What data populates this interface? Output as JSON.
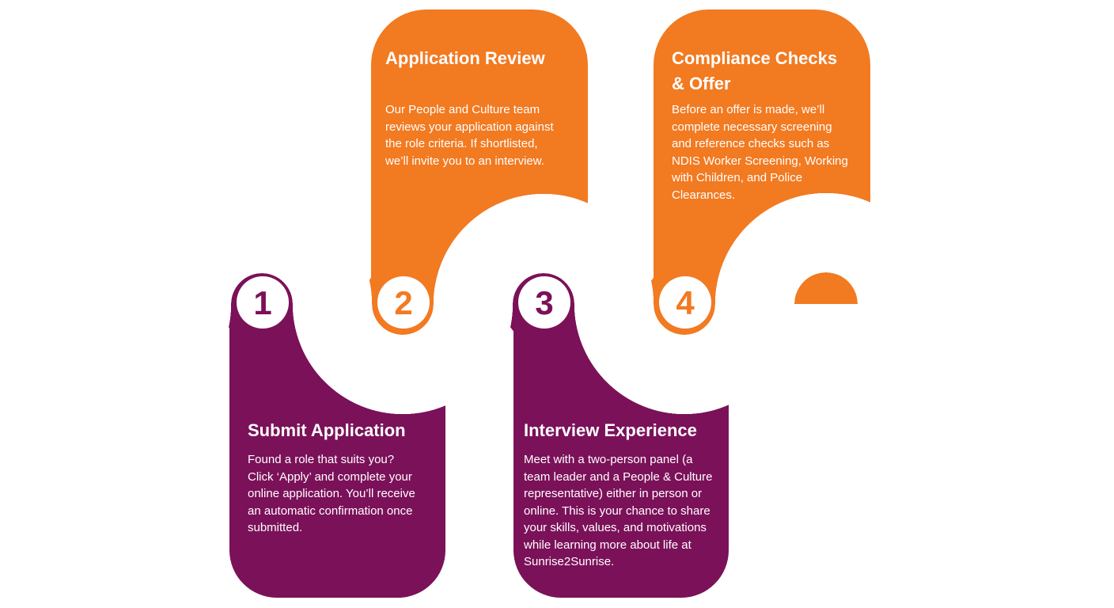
{
  "colors": {
    "orange": "#F27A21",
    "purple": "#7B1159",
    "road": "#555555"
  },
  "steps": [
    {
      "number": "1",
      "title_lines": [
        "Submit Application"
      ],
      "body_lines": [
        "Found a role that suits you?",
        "Click ‘Apply’ and complete your",
        "online application. You’ll receive",
        "an automatic confirmation once",
        "submitted."
      ]
    },
    {
      "number": "2",
      "title_lines": [
        "Application Review"
      ],
      "body_lines": [
        "Our People and Culture team",
        "reviews your application against",
        "the role criteria. If shortlisted,",
        "we’ll invite you to an interview."
      ]
    },
    {
      "number": "3",
      "title_lines": [
        "Interview Experience"
      ],
      "body_lines": [
        "Meet with a two-person panel (a",
        "team leader and a People & Culture",
        "representative) either in person or",
        "online. This is your chance to share",
        "your skills, values, and motivations",
        "while learning more about life at",
        "Sunrise2Sunrise."
      ]
    },
    {
      "number": "4",
      "title_lines": [
        "Compliance Checks",
        "& Offer"
      ],
      "body_lines": [
        "Before an offer is made, we’ll",
        "complete necessary screening",
        "and reference checks such as",
        "NDIS Worker Screening, Working",
        "with Children, and Police",
        "Clearances."
      ]
    }
  ]
}
